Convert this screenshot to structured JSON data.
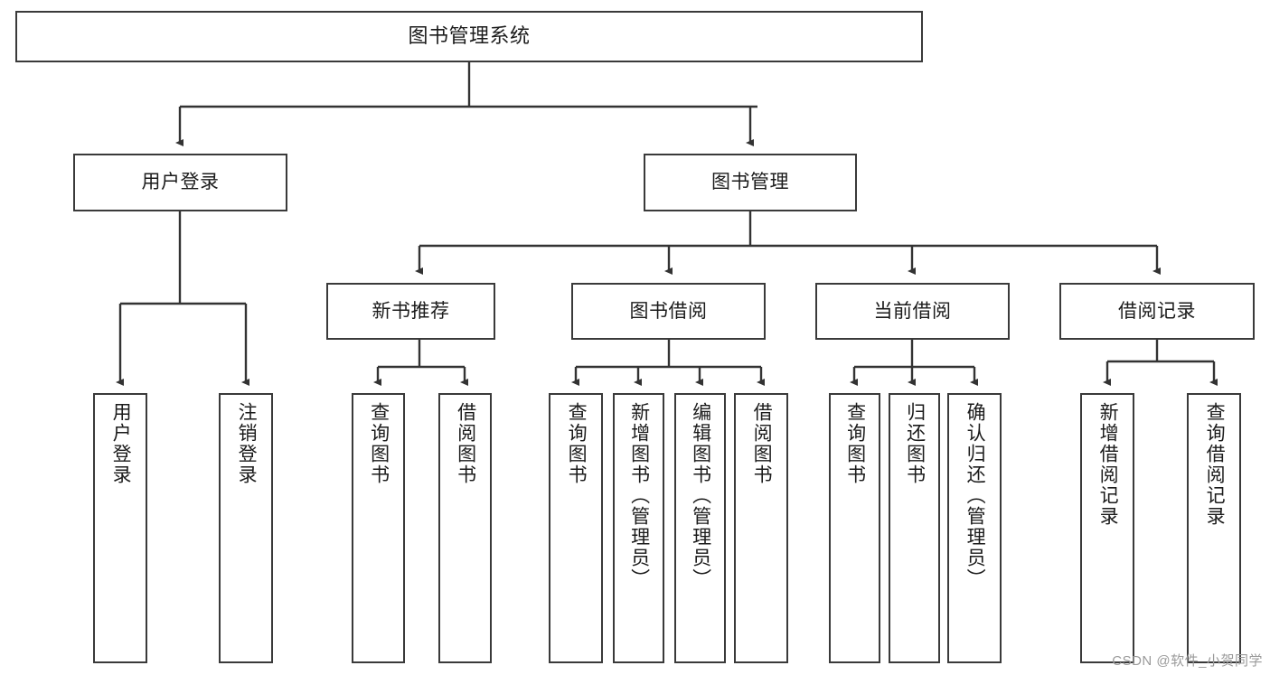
{
  "diagram": {
    "title": "图书管理系统",
    "watermark": "CSDN @软件_小贺同学",
    "colors": {
      "box_border": "#3a3a3a",
      "line": "#333333",
      "text": "#1b1b1b",
      "background": "#ffffff",
      "watermark": "#9a9a9a"
    },
    "root": {
      "label": "图书管理系统"
    },
    "tier1": [
      {
        "label": "用户登录"
      },
      {
        "label": "图书管理"
      }
    ],
    "tier2": [
      {
        "label": "新书推荐"
      },
      {
        "label": "图书借阅"
      },
      {
        "label": "当前借阅"
      },
      {
        "label": "借阅记录"
      }
    ],
    "leaves": {
      "user_login": [
        {
          "label": "用户登录"
        },
        {
          "label": "注销登录"
        }
      ],
      "new_book_recommend": [
        {
          "label": "查询图书"
        },
        {
          "label": "借阅图书"
        }
      ],
      "book_borrow": [
        {
          "label": "查询图书"
        },
        {
          "label": "新增图书（管理员）"
        },
        {
          "label": "编辑图书（管理员）"
        },
        {
          "label": "借阅图书"
        }
      ],
      "current_borrow": [
        {
          "label": "查询图书"
        },
        {
          "label": "归还图书"
        },
        {
          "label": "确认归还（管理员）"
        }
      ],
      "borrow_record": [
        {
          "label": "新增借阅记录"
        },
        {
          "label": "查询借阅记录"
        }
      ]
    }
  }
}
